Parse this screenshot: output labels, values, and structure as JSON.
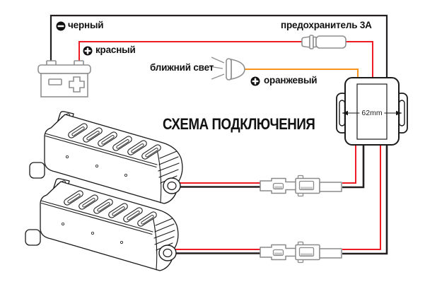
{
  "diagram": {
    "title": "СХЕМА ПОДКЛЮЧЕНИЯ",
    "labels": {
      "black_wire": "черный",
      "red_wire": "красный",
      "fuse": "предохранитель 3А",
      "low_beam": "ближний свет",
      "orange_wire": "оранжевый",
      "module_width": "62mm"
    },
    "colors": {
      "wire_red": "#ed1c24",
      "wire_orange": "#f7941e",
      "wire_black": "#231f20",
      "component_outline_gray": "#8f8f8f",
      "component_outline_black": "#1a1a1a"
    },
    "icons": {
      "minus": "minus-in-circle",
      "plus": "plus-in-circle",
      "battery": "car-battery",
      "fuse": "inline-fuse-holder",
      "headlight": "projector-low-beam",
      "module": "control-box-62mm",
      "connectors": "male-female-plug-pair",
      "lamps": "led-drl-light-bar"
    }
  }
}
